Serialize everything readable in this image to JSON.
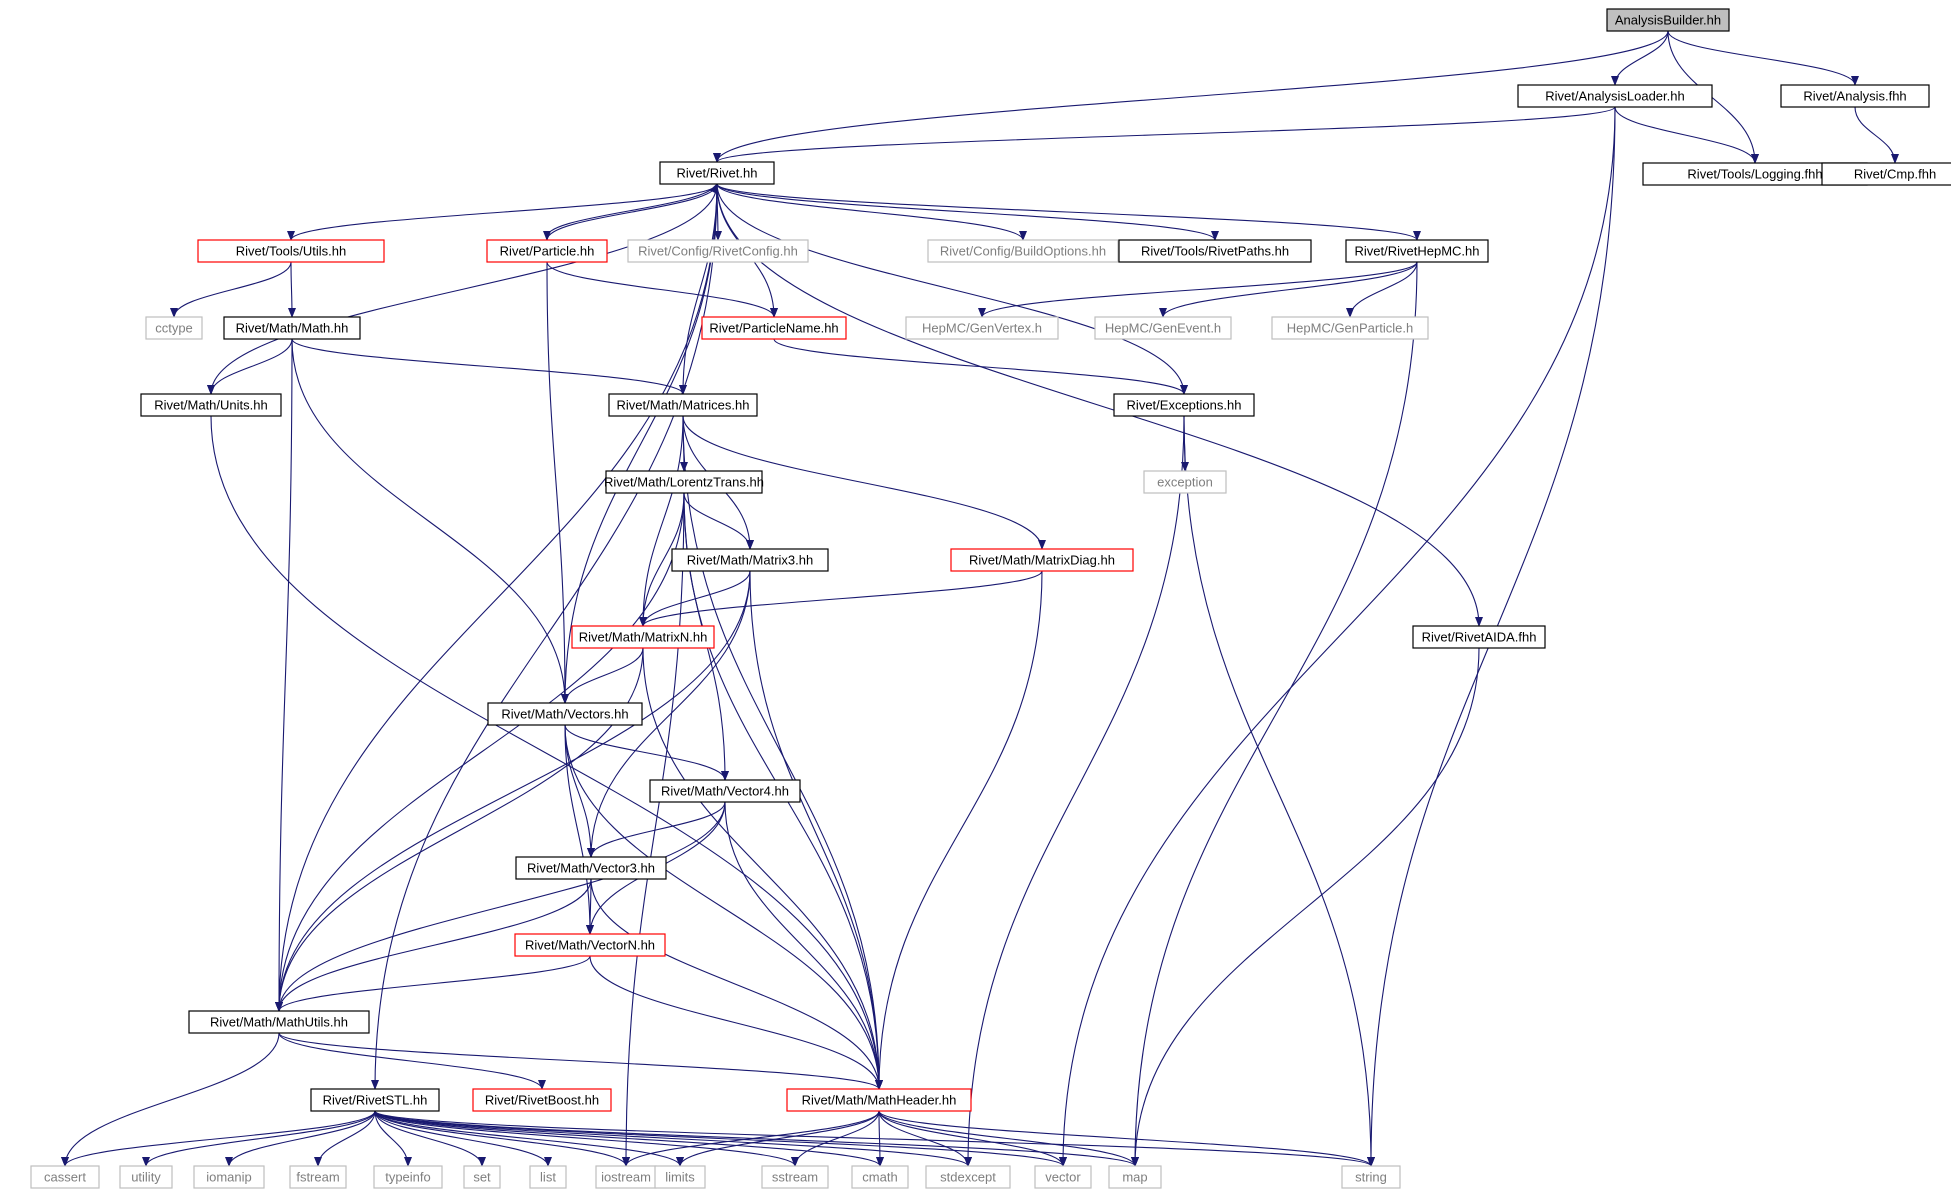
{
  "graph": {
    "nodes": [
      {
        "id": "AnalysisBuilder",
        "label": "AnalysisBuilder.hh",
        "style": "root"
      },
      {
        "id": "AnalysisLoader",
        "label": "Rivet/AnalysisLoader.hh",
        "style": "black"
      },
      {
        "id": "AnalysisFhh",
        "label": "Rivet/Analysis.fhh",
        "style": "black"
      },
      {
        "id": "Logging",
        "label": "Rivet/Tools/Logging.fhh",
        "style": "black"
      },
      {
        "id": "Cmp",
        "label": "Rivet/Cmp.fhh",
        "style": "black"
      },
      {
        "id": "RivetHH",
        "label": "Rivet/Rivet.hh",
        "style": "black"
      },
      {
        "id": "Utils",
        "label": "Rivet/Tools/Utils.hh",
        "style": "red"
      },
      {
        "id": "Particle",
        "label": "Rivet/Particle.hh",
        "style": "red"
      },
      {
        "id": "RivetConfig",
        "label": "Rivet/Config/RivetConfig.hh",
        "style": "gray"
      },
      {
        "id": "BuildOptions",
        "label": "Rivet/Config/BuildOptions.hh",
        "style": "gray"
      },
      {
        "id": "RivetPaths",
        "label": "Rivet/Tools/RivetPaths.hh",
        "style": "black"
      },
      {
        "id": "RivetHepMC",
        "label": "Rivet/RivetHepMC.hh",
        "style": "black"
      },
      {
        "id": "cctype",
        "label": "cctype",
        "style": "gray"
      },
      {
        "id": "MathHH",
        "label": "Rivet/Math/Math.hh",
        "style": "black"
      },
      {
        "id": "ParticleName",
        "label": "Rivet/ParticleName.hh",
        "style": "red"
      },
      {
        "id": "GenVertex",
        "label": "HepMC/GenVertex.h",
        "style": "gray"
      },
      {
        "id": "GenEvent",
        "label": "HepMC/GenEvent.h",
        "style": "gray"
      },
      {
        "id": "GenParticle",
        "label": "HepMC/GenParticle.h",
        "style": "gray"
      },
      {
        "id": "Units",
        "label": "Rivet/Math/Units.hh",
        "style": "black"
      },
      {
        "id": "Matrices",
        "label": "Rivet/Math/Matrices.hh",
        "style": "black"
      },
      {
        "id": "Exceptions",
        "label": "Rivet/Exceptions.hh",
        "style": "black"
      },
      {
        "id": "exception",
        "label": "exception",
        "style": "gray"
      },
      {
        "id": "LorentzTrans",
        "label": "Rivet/Math/LorentzTrans.hh",
        "style": "black"
      },
      {
        "id": "Matrix3",
        "label": "Rivet/Math/Matrix3.hh",
        "style": "black"
      },
      {
        "id": "MatrixDiag",
        "label": "Rivet/Math/MatrixDiag.hh",
        "style": "red"
      },
      {
        "id": "MatrixN",
        "label": "Rivet/Math/MatrixN.hh",
        "style": "red"
      },
      {
        "id": "RivetAIDA",
        "label": "Rivet/RivetAIDA.fhh",
        "style": "black"
      },
      {
        "id": "Vectors",
        "label": "Rivet/Math/Vectors.hh",
        "style": "black"
      },
      {
        "id": "Vector4",
        "label": "Rivet/Math/Vector4.hh",
        "style": "black"
      },
      {
        "id": "Vector3",
        "label": "Rivet/Math/Vector3.hh",
        "style": "black"
      },
      {
        "id": "VectorN",
        "label": "Rivet/Math/VectorN.hh",
        "style": "red"
      },
      {
        "id": "MathUtils",
        "label": "Rivet/Math/MathUtils.hh",
        "style": "black"
      },
      {
        "id": "RivetBoost",
        "label": "Rivet/RivetBoost.hh",
        "style": "red"
      },
      {
        "id": "RivetSTL",
        "label": "Rivet/RivetSTL.hh",
        "style": "black"
      },
      {
        "id": "MathHeader",
        "label": "Rivet/Math/MathHeader.hh",
        "style": "red"
      },
      {
        "id": "cassert",
        "label": "cassert",
        "style": "gray"
      },
      {
        "id": "utility",
        "label": "utility",
        "style": "gray"
      },
      {
        "id": "iomanip",
        "label": "iomanip",
        "style": "gray"
      },
      {
        "id": "fstream",
        "label": "fstream",
        "style": "gray"
      },
      {
        "id": "typeinfo",
        "label": "typeinfo",
        "style": "gray"
      },
      {
        "id": "set",
        "label": "set",
        "style": "gray"
      },
      {
        "id": "list",
        "label": "list",
        "style": "gray"
      },
      {
        "id": "iostream",
        "label": "iostream",
        "style": "gray"
      },
      {
        "id": "limits",
        "label": "limits",
        "style": "gray"
      },
      {
        "id": "sstream",
        "label": "sstream",
        "style": "gray"
      },
      {
        "id": "cmath",
        "label": "cmath",
        "style": "gray"
      },
      {
        "id": "stdexcept",
        "label": "stdexcept",
        "style": "gray"
      },
      {
        "id": "vector",
        "label": "vector",
        "style": "gray"
      },
      {
        "id": "map",
        "label": "map",
        "style": "gray"
      },
      {
        "id": "string",
        "label": "string",
        "style": "gray"
      }
    ],
    "edges": [
      [
        "AnalysisBuilder",
        "RivetHH"
      ],
      [
        "AnalysisBuilder",
        "AnalysisLoader"
      ],
      [
        "AnalysisBuilder",
        "Logging"
      ],
      [
        "AnalysisBuilder",
        "AnalysisFhh"
      ],
      [
        "AnalysisLoader",
        "RivetHH"
      ],
      [
        "AnalysisLoader",
        "Logging"
      ],
      [
        "AnalysisLoader",
        "vector"
      ],
      [
        "AnalysisLoader",
        "string"
      ],
      [
        "AnalysisFhh",
        "Cmp"
      ],
      [
        "RivetHH",
        "Utils"
      ],
      [
        "RivetHH",
        "Particle"
      ],
      [
        "RivetHH",
        "RivetConfig"
      ],
      [
        "RivetHH",
        "BuildOptions"
      ],
      [
        "RivetHH",
        "RivetPaths"
      ],
      [
        "RivetHH",
        "RivetHepMC"
      ],
      [
        "RivetHH",
        "ParticleName"
      ],
      [
        "RivetHH",
        "Units"
      ],
      [
        "RivetHH",
        "Matrices"
      ],
      [
        "RivetHH",
        "Exceptions"
      ],
      [
        "RivetHH",
        "Vectors"
      ],
      [
        "RivetHH",
        "MathUtils"
      ],
      [
        "RivetHH",
        "RivetSTL"
      ],
      [
        "RivetHH",
        "RivetAIDA"
      ],
      [
        "Particle",
        "RivetHH"
      ],
      [
        "Particle",
        "ParticleName"
      ],
      [
        "Particle",
        "Vectors"
      ],
      [
        "Utils",
        "cctype"
      ],
      [
        "Utils",
        "MathHH"
      ],
      [
        "MathHH",
        "Units"
      ],
      [
        "MathHH",
        "Matrices"
      ],
      [
        "MathHH",
        "Vectors"
      ],
      [
        "MathHH",
        "MathUtils"
      ],
      [
        "ParticleName",
        "Exceptions"
      ],
      [
        "RivetHepMC",
        "GenVertex"
      ],
      [
        "RivetHepMC",
        "GenEvent"
      ],
      [
        "RivetHepMC",
        "GenParticle"
      ],
      [
        "RivetHepMC",
        "map"
      ],
      [
        "Units",
        "MathHeader"
      ],
      [
        "Matrices",
        "LorentzTrans"
      ],
      [
        "Matrices",
        "Matrix3"
      ],
      [
        "Matrices",
        "MatrixDiag"
      ],
      [
        "Matrices",
        "MatrixN"
      ],
      [
        "Matrices",
        "MathHeader"
      ],
      [
        "Exceptions",
        "exception"
      ],
      [
        "Exceptions",
        "stdexcept"
      ],
      [
        "Exceptions",
        "string"
      ],
      [
        "LorentzTrans",
        "Matrix3"
      ],
      [
        "LorentzTrans",
        "MatrixN"
      ],
      [
        "LorentzTrans",
        "Vector4"
      ],
      [
        "LorentzTrans",
        "MathUtils"
      ],
      [
        "LorentzTrans",
        "iostream"
      ],
      [
        "LorentzTrans",
        "MathHeader"
      ],
      [
        "Matrix3",
        "MatrixN"
      ],
      [
        "Matrix3",
        "Vector3"
      ],
      [
        "Matrix3",
        "MathUtils"
      ],
      [
        "Matrix3",
        "MathHeader"
      ],
      [
        "MatrixDiag",
        "MatrixN"
      ],
      [
        "MatrixDiag",
        "MathHeader"
      ],
      [
        "MatrixN",
        "Vectors"
      ],
      [
        "MatrixN",
        "MathUtils"
      ],
      [
        "MatrixN",
        "MathHeader"
      ],
      [
        "RivetAIDA",
        "map"
      ],
      [
        "Vectors",
        "Vector4"
      ],
      [
        "Vectors",
        "Vector3"
      ],
      [
        "Vectors",
        "VectorN"
      ],
      [
        "Vectors",
        "MathHeader"
      ],
      [
        "Vector4",
        "Vector3"
      ],
      [
        "Vector4",
        "VectorN"
      ],
      [
        "Vector4",
        "MathUtils"
      ],
      [
        "Vector4",
        "MathHeader"
      ],
      [
        "Vector3",
        "VectorN"
      ],
      [
        "Vector3",
        "MathUtils"
      ],
      [
        "Vector3",
        "MathHeader"
      ],
      [
        "VectorN",
        "MathUtils"
      ],
      [
        "VectorN",
        "MathHeader"
      ],
      [
        "MathUtils",
        "cassert"
      ],
      [
        "MathUtils",
        "RivetBoost"
      ],
      [
        "MathUtils",
        "MathHeader"
      ],
      [
        "RivetSTL",
        "cassert"
      ],
      [
        "RivetSTL",
        "utility"
      ],
      [
        "RivetSTL",
        "iomanip"
      ],
      [
        "RivetSTL",
        "fstream"
      ],
      [
        "RivetSTL",
        "typeinfo"
      ],
      [
        "RivetSTL",
        "set"
      ],
      [
        "RivetSTL",
        "list"
      ],
      [
        "RivetSTL",
        "iostream"
      ],
      [
        "RivetSTL",
        "limits"
      ],
      [
        "RivetSTL",
        "sstream"
      ],
      [
        "RivetSTL",
        "cmath"
      ],
      [
        "RivetSTL",
        "stdexcept"
      ],
      [
        "RivetSTL",
        "vector"
      ],
      [
        "RivetSTL",
        "map"
      ],
      [
        "RivetSTL",
        "string"
      ],
      [
        "MathHeader",
        "iostream"
      ],
      [
        "MathHeader",
        "limits"
      ],
      [
        "MathHeader",
        "sstream"
      ],
      [
        "MathHeader",
        "cmath"
      ],
      [
        "MathHeader",
        "stdexcept"
      ],
      [
        "MathHeader",
        "vector"
      ],
      [
        "MathHeader",
        "map"
      ],
      [
        "MathHeader",
        "string"
      ]
    ]
  }
}
